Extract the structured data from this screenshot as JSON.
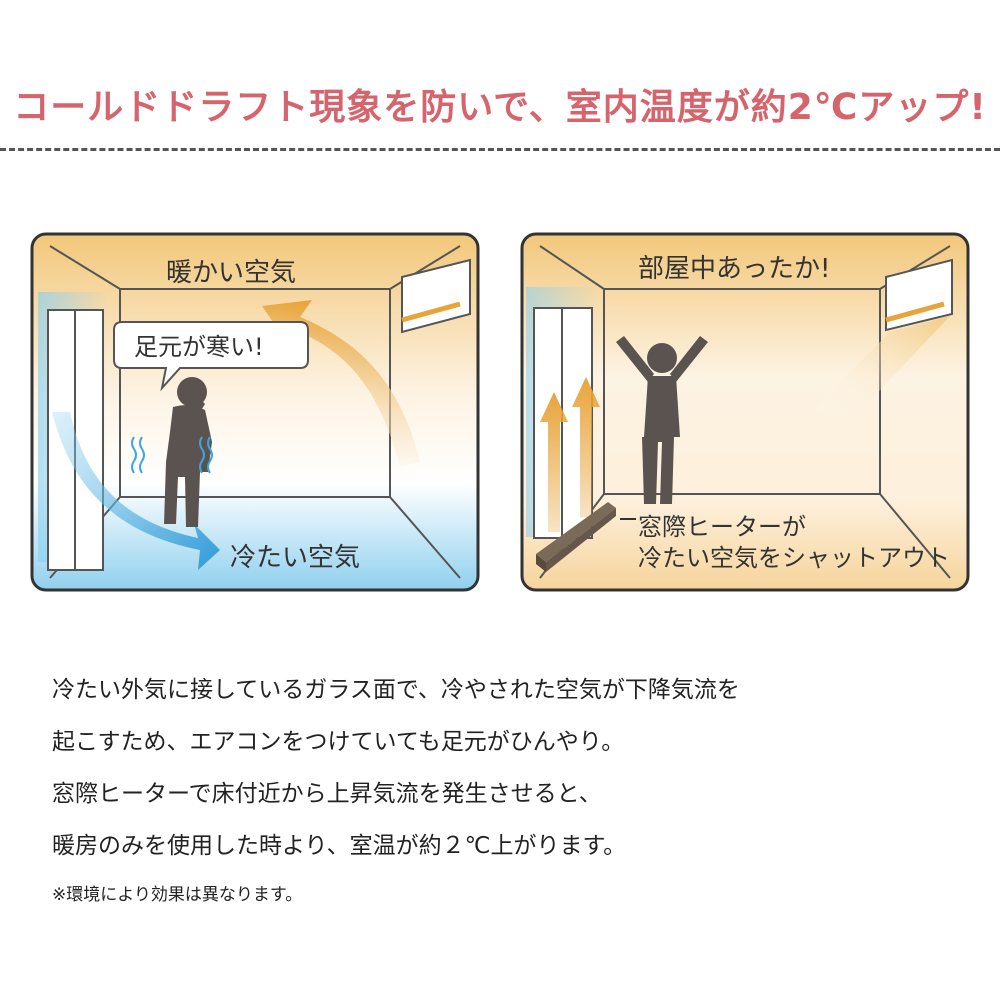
{
  "headline": "コールドドラフト現象を防いで、室内温度が約2℃アップ!",
  "colors": {
    "headline": "#d5646c",
    "warm": "#f2c77a",
    "cold": "#8fd0ee",
    "figure": "#5a5350",
    "arrow_warm": "#e8a43a",
    "arrow_cold": "#3ea6dd",
    "heater": "#7a6a58"
  },
  "panel_left": {
    "warm_label": "暖かい空気",
    "speech": "足元が寒い!",
    "cold_label": "冷たい空気"
  },
  "panel_right": {
    "title": "部屋中あったか!",
    "heater_label_line1": "窓際ヒーターが",
    "heater_label_line2": "冷たい空気をシャットアウト"
  },
  "body": {
    "lines": [
      "冷たい外気に接しているガラス面で、冷やされた空気が下降気流を",
      "起こすため、エアコンをつけていても足元がひんやり。",
      "窓際ヒーターで床付近から上昇気流を発生させると、",
      "暖房のみを使用した時より、室温が約２℃上がります。"
    ],
    "note": "※環境により効果は異なります。"
  }
}
